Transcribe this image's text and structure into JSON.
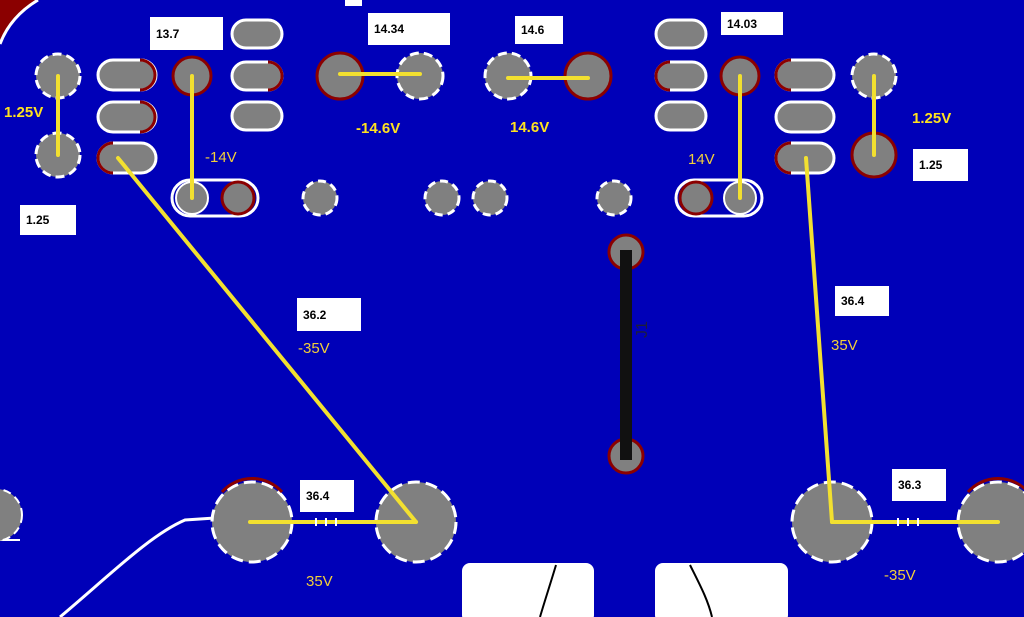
{
  "labels": {
    "top_left_13_7": "13.7",
    "top_14_34": "14.34",
    "top_14_6": "14.6",
    "top_14_03": "14.03",
    "left_1_25": "1.25",
    "right_1_25": "1.25",
    "mid_left_36_2": "36.2",
    "mid_right_36_4": "36.4",
    "bottom_left_36_4": "36.4",
    "bottom_right_36_3": "36.3",
    "volt_left_1_25V": "1.25V",
    "volt_right_1_25V": "1.25V",
    "volt_neg_14_6V": "-14.6V",
    "volt_pos_14_6V": "14.6V",
    "volt_neg_14V": "-14V",
    "volt_pos_14V": "14V",
    "volt_neg_35V_mid": "-35V",
    "volt_pos_35V_mid": "35V",
    "volt_pos_35V_bottom": "35V",
    "volt_neg_35V_bottom": "-35V",
    "connector_ref": "J1"
  },
  "colors": {
    "board": "#0000b8",
    "copper_edge": "#8b0000",
    "pad": "#808080",
    "probe_line": "#f2e030",
    "label_box": "#ffffff",
    "jumper": "#111111"
  }
}
